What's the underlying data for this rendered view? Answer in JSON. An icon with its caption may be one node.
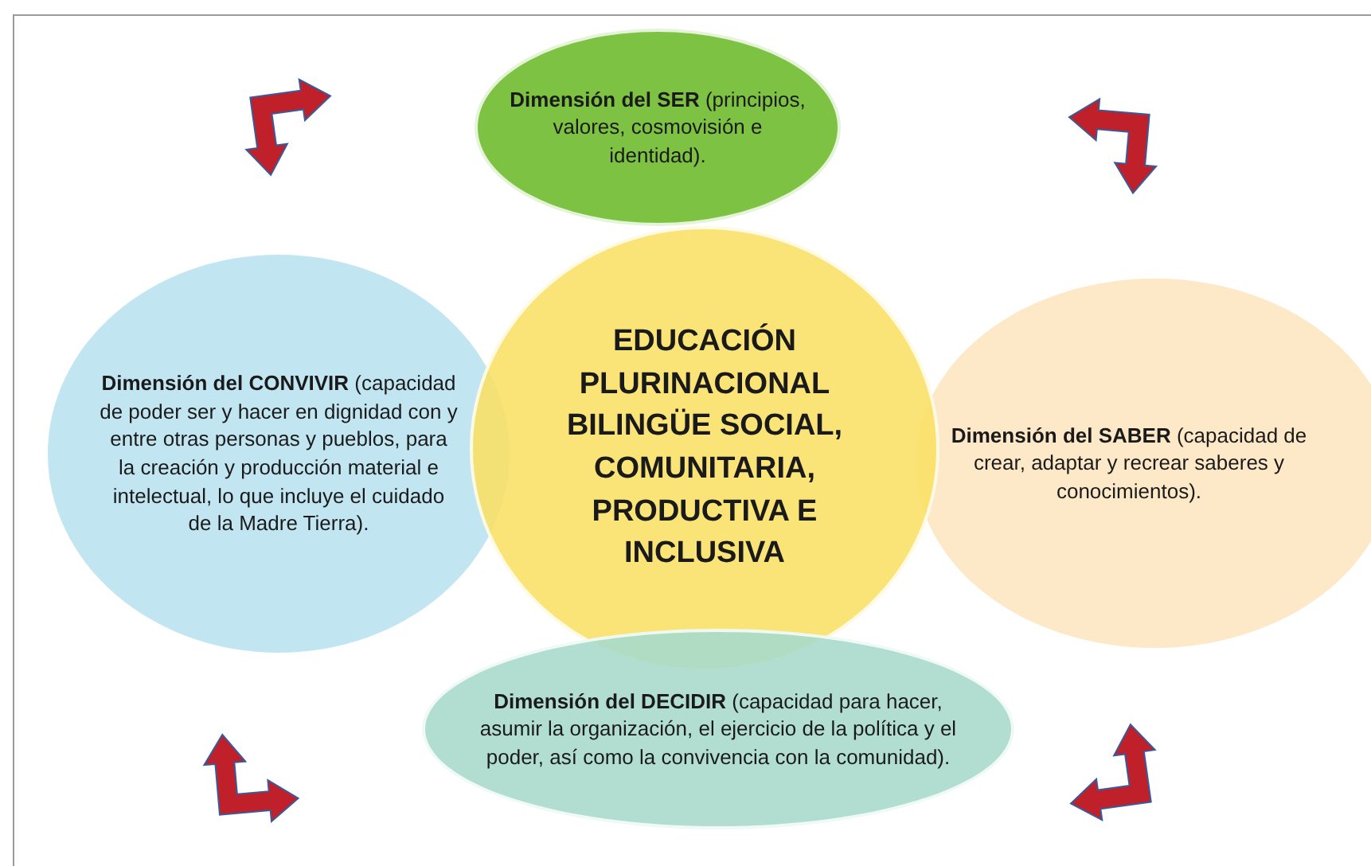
{
  "diagram": {
    "nodes": [
      {
        "text": [
          "**Dimensión del SER** (principios, valores, cosmovisión e identidad)."
        ]
      },
      {
        "text": [
          "**Dimensión del CONVIVIR** (capacidad de poder ser y hacer en dignidad con y entre otras personas y pueblos, para la creación y producción material e intelectual, lo que incluye el cuidado de la Madre Tierra)."
        ]
      },
      {
        "text": [
          "EDUCACIÓN PLURINACIONAL BILINGÜE SOCIAL, COMUNITARIA, PRODUCTIVA E INCLUSIVA"
        ]
      },
      {
        "text": [
          "**Dimensión del SABER** (capacidad de crear, adaptar y recrear saberes y conocimientos)."
        ]
      },
      {
        "text": [
          "**Dimensión del DECIDIR** (capacidad para hacer, asumir la organización, el ejercicio de la política y el poder, así como la convivencia con la comunidad)."
        ]
      }
    ]
  }
}
